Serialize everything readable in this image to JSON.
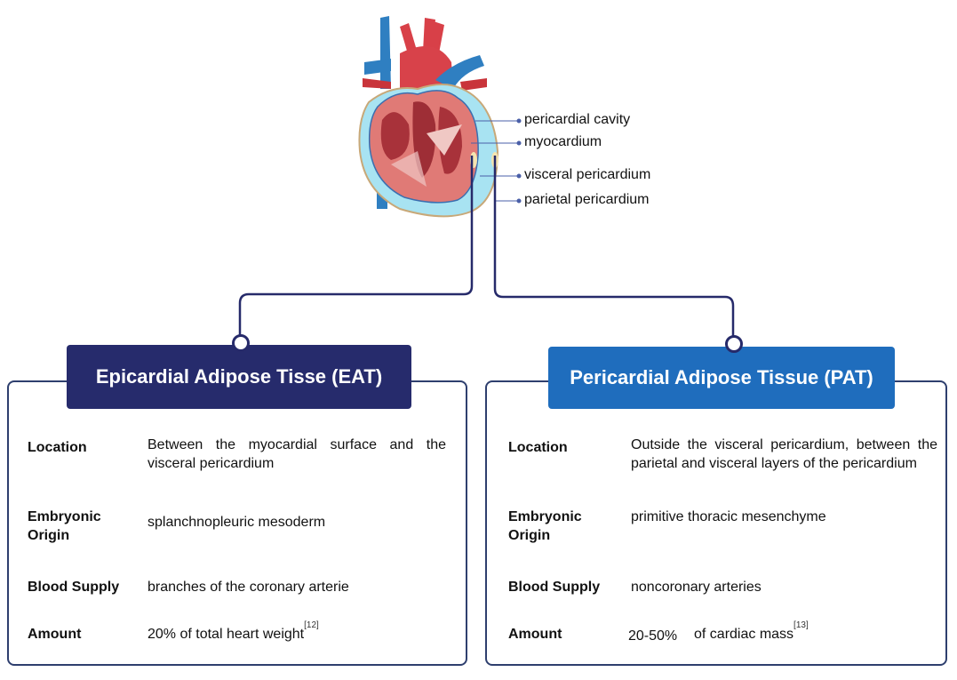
{
  "heart_labels": [
    "pericardial cavity",
    "myocardium",
    "visceral pericardium",
    "parietal pericardium"
  ],
  "colors": {
    "eat_header": "#262b6c",
    "pat_header": "#1f6dbd",
    "border": "#2e3f6e",
    "connector": "#262a6a"
  },
  "eat": {
    "title": "Epicardial Adipose Tisse (EAT)",
    "rows": [
      {
        "label": "Location",
        "value": "Between the myocardial surface and the visceral pericardium"
      },
      {
        "label": "Embryonic Origin",
        "value": "splanchnopleuric mesoderm"
      },
      {
        "label": "Blood Supply",
        "value": "branches of the coronary arterie"
      },
      {
        "label": "Amount",
        "value": "20% of total heart weight",
        "ref": "[12]"
      }
    ]
  },
  "pat": {
    "title": "Pericardial Adipose Tissue (PAT)",
    "rows": [
      {
        "label": "Location",
        "value": "Outside the visceral pericardium, between the parietal and visceral layers of the pericardium"
      },
      {
        "label": "Embryonic Origin",
        "value": "primitive thoracic mesenchyme"
      },
      {
        "label": "Blood Supply",
        "value": "noncoronary arteries"
      },
      {
        "label": "Amount",
        "value_num": "20-50%",
        "value": "of cardiac mass",
        "ref": "[13]"
      }
    ]
  }
}
